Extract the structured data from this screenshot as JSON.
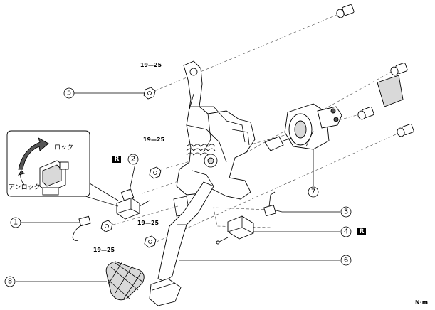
{
  "callouts": [
    {
      "num": "1"
    },
    {
      "num": "2"
    },
    {
      "num": "3"
    },
    {
      "num": "4"
    },
    {
      "num": "5"
    },
    {
      "num": "6"
    },
    {
      "num": "7"
    },
    {
      "num": "8"
    }
  ],
  "torque_values": [
    {
      "text": "19—25"
    },
    {
      "text": "19—25"
    },
    {
      "text": "19—25"
    },
    {
      "text": "19—25"
    }
  ],
  "inset": {
    "lock_label": "ロック",
    "unlock_label": "アンロック"
  },
  "marks": {
    "replace_symbol": "R"
  },
  "unit": "N·m"
}
